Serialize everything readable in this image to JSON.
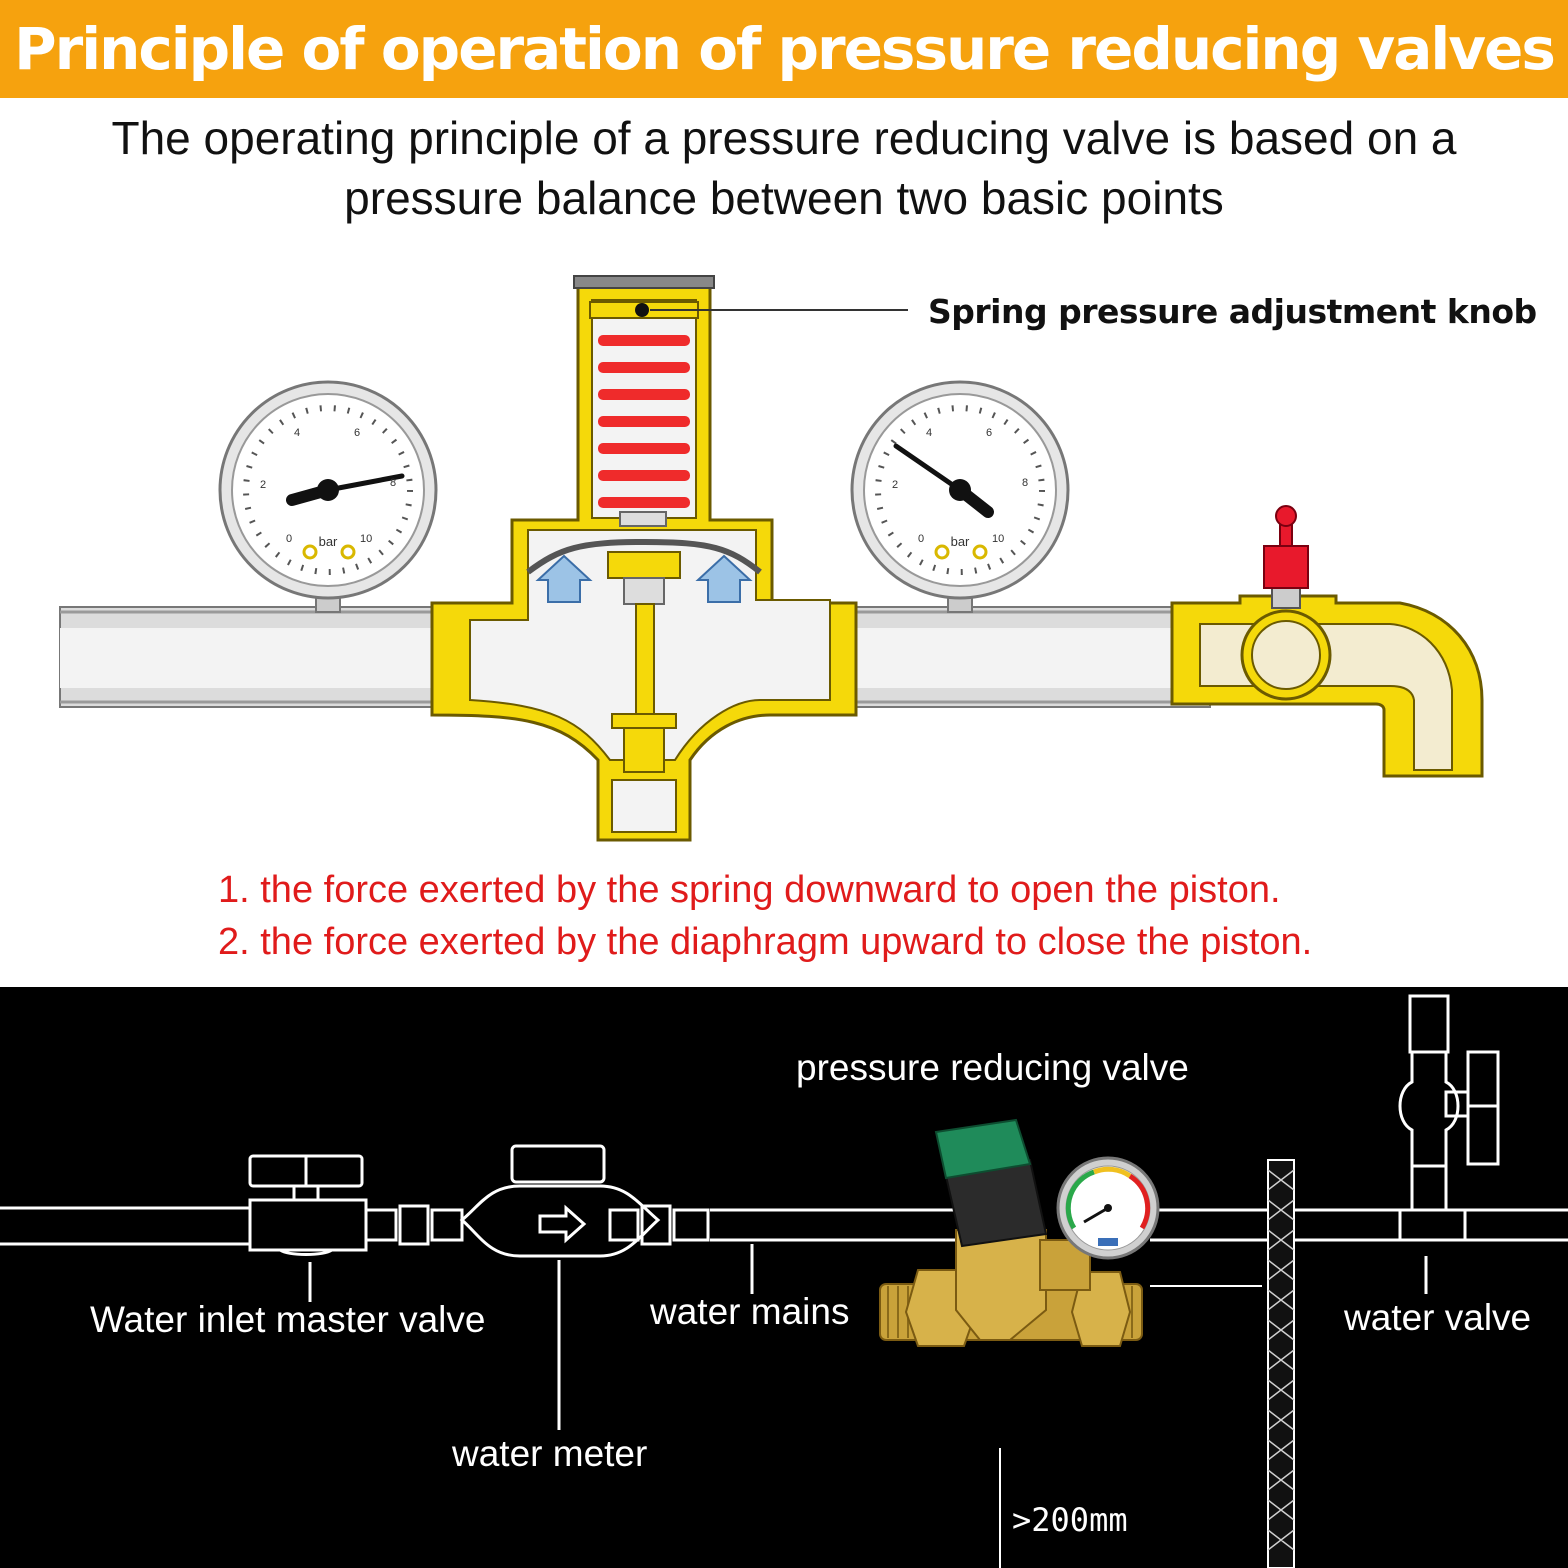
{
  "header": {
    "title": "Principle of operation of pressure reducing valves"
  },
  "intro": {
    "line1": "The operating principle of a pressure reducing valve is based on a",
    "line2": "pressure balance between two basic points"
  },
  "valve_diagram": {
    "knob_label": "Spring pressure adjustment knob",
    "gauge_unit": "bar",
    "gauge_ticks": [
      "0",
      "2",
      "4",
      "6",
      "8",
      "10"
    ]
  },
  "notes": [
    "1. the force exerted by the spring downward to open the piston.",
    "2. the force exerted by the diaphragm upward to close the piston."
  ],
  "installation": {
    "labels": {
      "prv": "pressure reducing valve",
      "master_valve": "Water inlet master valve",
      "mains": "water mains",
      "water_valve": "water valve",
      "meter": "water meter",
      "distance": ">200mm"
    }
  },
  "colors": {
    "banner": "#f6a20e",
    "valve_body": "#f5d90a",
    "spring": "#ef2b2b",
    "notes_text": "#e01b1b",
    "bottom_bg": "#000000"
  }
}
